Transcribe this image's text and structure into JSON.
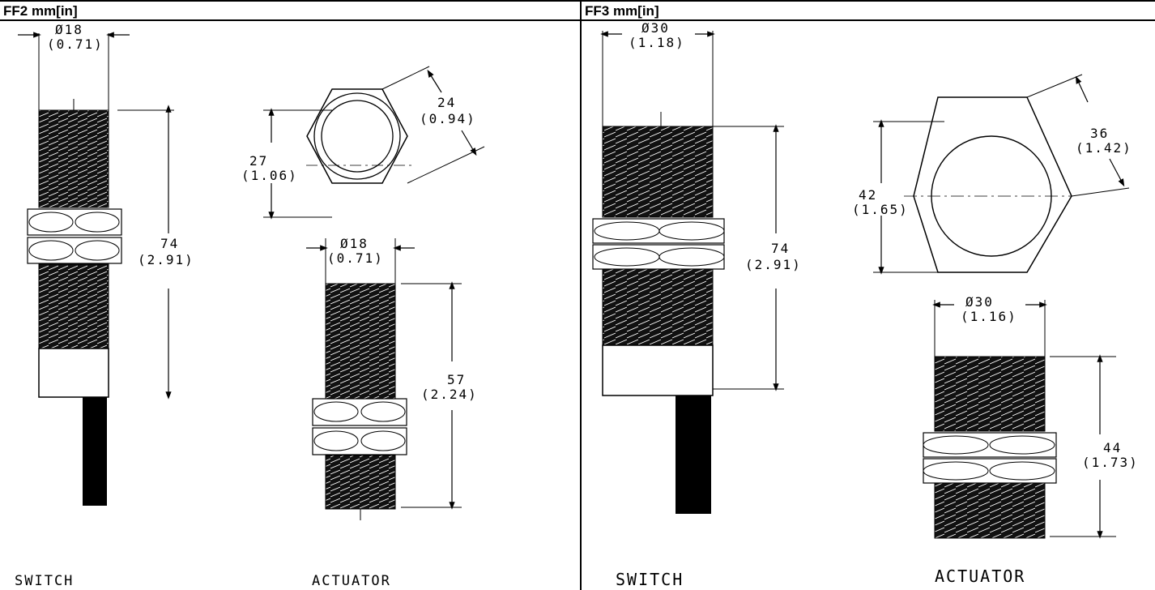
{
  "panels": [
    {
      "title": "FF2 mm[in]",
      "dims": {
        "switch_dia": "Ø18",
        "switch_dia_in": "(0.71)",
        "switch_len": "74",
        "switch_len_in": "(2.91)",
        "hex_flat": "24",
        "hex_flat_in": "(0.94)",
        "hex_corner": "27",
        "hex_corner_in": "(1.06)",
        "act_dia": "Ø18",
        "act_dia_in": "(0.71)",
        "act_len": "57",
        "act_len_in": "(2.24)"
      },
      "labels": {
        "switch": "SWITCH",
        "actuator": "ACTUATOR"
      }
    },
    {
      "title": "FF3 mm[in]",
      "dims": {
        "switch_dia": "Ø30",
        "switch_dia_in": "(1.18)",
        "switch_len": "74",
        "switch_len_in": "(2.91)",
        "hex_flat": "36",
        "hex_flat_in": "(1.42)",
        "hex_corner": "42",
        "hex_corner_in": "(1.65)",
        "act_dia": "Ø30",
        "act_dia_in": "(1.16)",
        "act_len": "44",
        "act_len_in": "(1.73)"
      },
      "labels": {
        "switch": "SWITCH",
        "actuator": "ACTUATOR"
      }
    }
  ]
}
